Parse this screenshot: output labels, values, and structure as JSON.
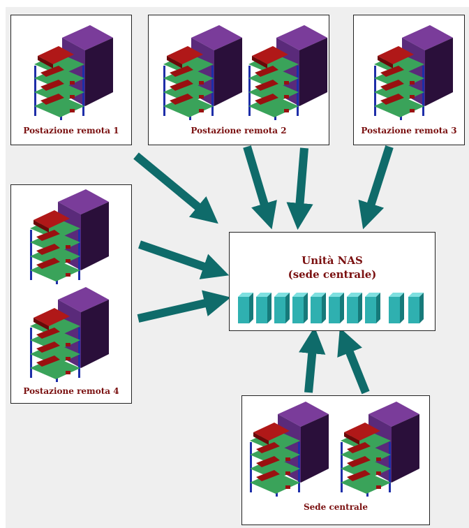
{
  "nodes": {
    "remote1": {
      "label": "Postazione remota 1"
    },
    "remote2": {
      "label": "Postazione remota 2"
    },
    "remote3": {
      "label": "Postazione remota 3"
    },
    "remote4": {
      "label": "Postazione remota 4"
    },
    "hq": {
      "label": "Sede centrale"
    },
    "nas": {
      "title_line1": "Unità NAS",
      "title_line2": "(sede centrale)"
    }
  },
  "colors": {
    "label_text": "#7a1010",
    "arrow": "#0f6b6a",
    "server_tower": "#5a2a7a",
    "rack_board": "#3aa35a",
    "rack_frame": "#1e2ea8",
    "rack_drive": "#9a1010",
    "nas_disk": "#2fb0b0"
  }
}
